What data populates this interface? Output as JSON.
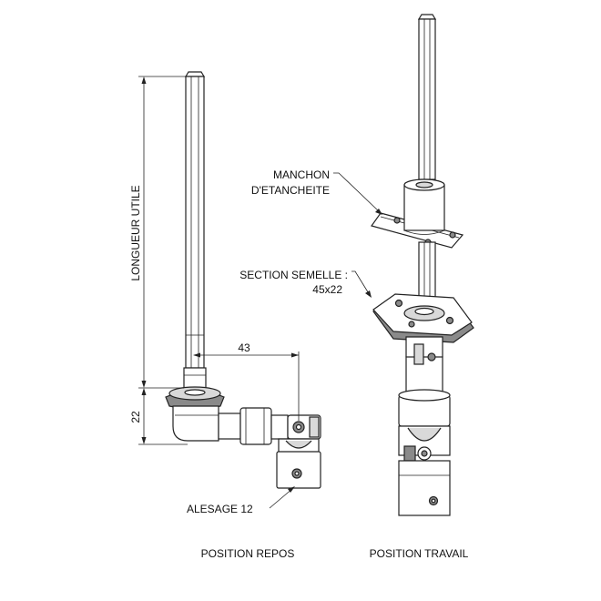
{
  "labels": {
    "longueur_utile": "LONGUEUR UTILE",
    "dim_43": "43",
    "dim_22": "22",
    "alesage": "ALESAGE 12",
    "position_repos": "POSITION REPOS",
    "manchon_line1": "MANCHON",
    "manchon_line2": "D'ETANCHEITE",
    "section_line1": "SECTION SEMELLE :",
    "section_line2": "45x22",
    "position_travail": "POSITION TRAVAIL"
  }
}
